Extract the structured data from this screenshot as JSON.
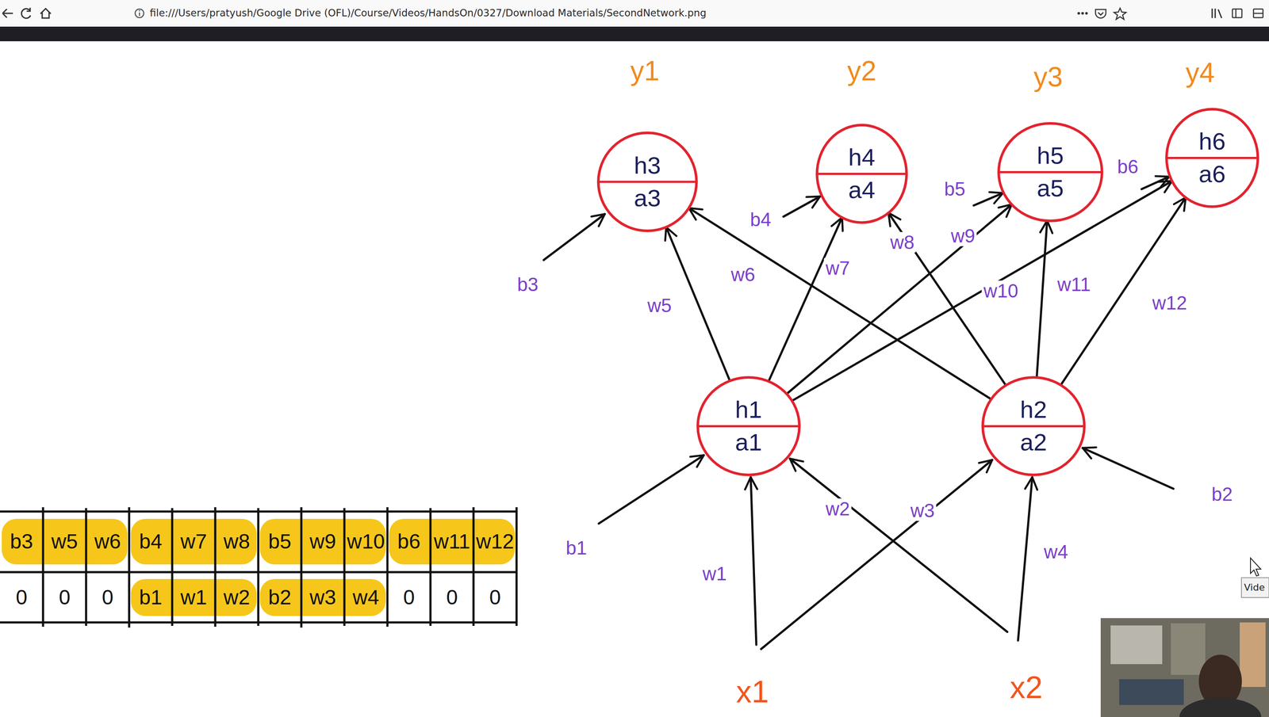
{
  "diagram": {
    "nodes": [
      {
        "text": [
          "h3",
          "a3"
        ]
      },
      {
        "text": [
          "h4",
          "a4"
        ]
      },
      {
        "text": [
          "h5",
          "a5"
        ]
      },
      {
        "text": [
          "h6",
          "a6"
        ]
      },
      {
        "text": [
          "h1",
          "a1"
        ]
      },
      {
        "text": [
          "h2",
          "a2"
        ]
      }
    ],
    "edges": [
      {
        "from": 4,
        "to": 0,
        "arrow": "to"
      },
      {
        "from": 5,
        "to": 0,
        "arrow": "to"
      },
      {
        "from": 4,
        "to": 1,
        "arrow": "to"
      },
      {
        "from": 5,
        "to": 1,
        "arrow": "to"
      },
      {
        "from": 4,
        "to": 2,
        "arrow": "to"
      },
      {
        "from": 5,
        "to": 2,
        "arrow": "to"
      },
      {
        "from": 4,
        "to": 3,
        "arrow": "to"
      },
      {
        "from": 5,
        "to": 3,
        "arrow": "to"
      }
    ],
    "labels": [
      "file:///Users/pratyush/Google Drive (OFL)/Course/Videos/HandsOn/0327/Download Materials/SecondNetwork.png",
      "y1",
      "y2",
      "y3",
      "y4",
      "b3",
      "w5",
      "w6",
      "b4",
      "w7",
      "w8",
      "b5",
      "w9",
      "w10",
      "b6",
      "w11",
      "w12",
      "b1",
      "b2",
      "w1",
      "w2",
      "w3",
      "w4",
      "x1",
      "x2",
      "b3",
      "w5",
      "w6",
      "b4",
      "w7",
      "w8",
      "b5",
      "w9",
      "w10",
      "b6",
      "w11",
      "w12",
      "0",
      "0",
      "0",
      "b1",
      "w1",
      "w2",
      "b2",
      "w3",
      "w4",
      "0",
      "0",
      "0",
      "Vide"
    ]
  }
}
